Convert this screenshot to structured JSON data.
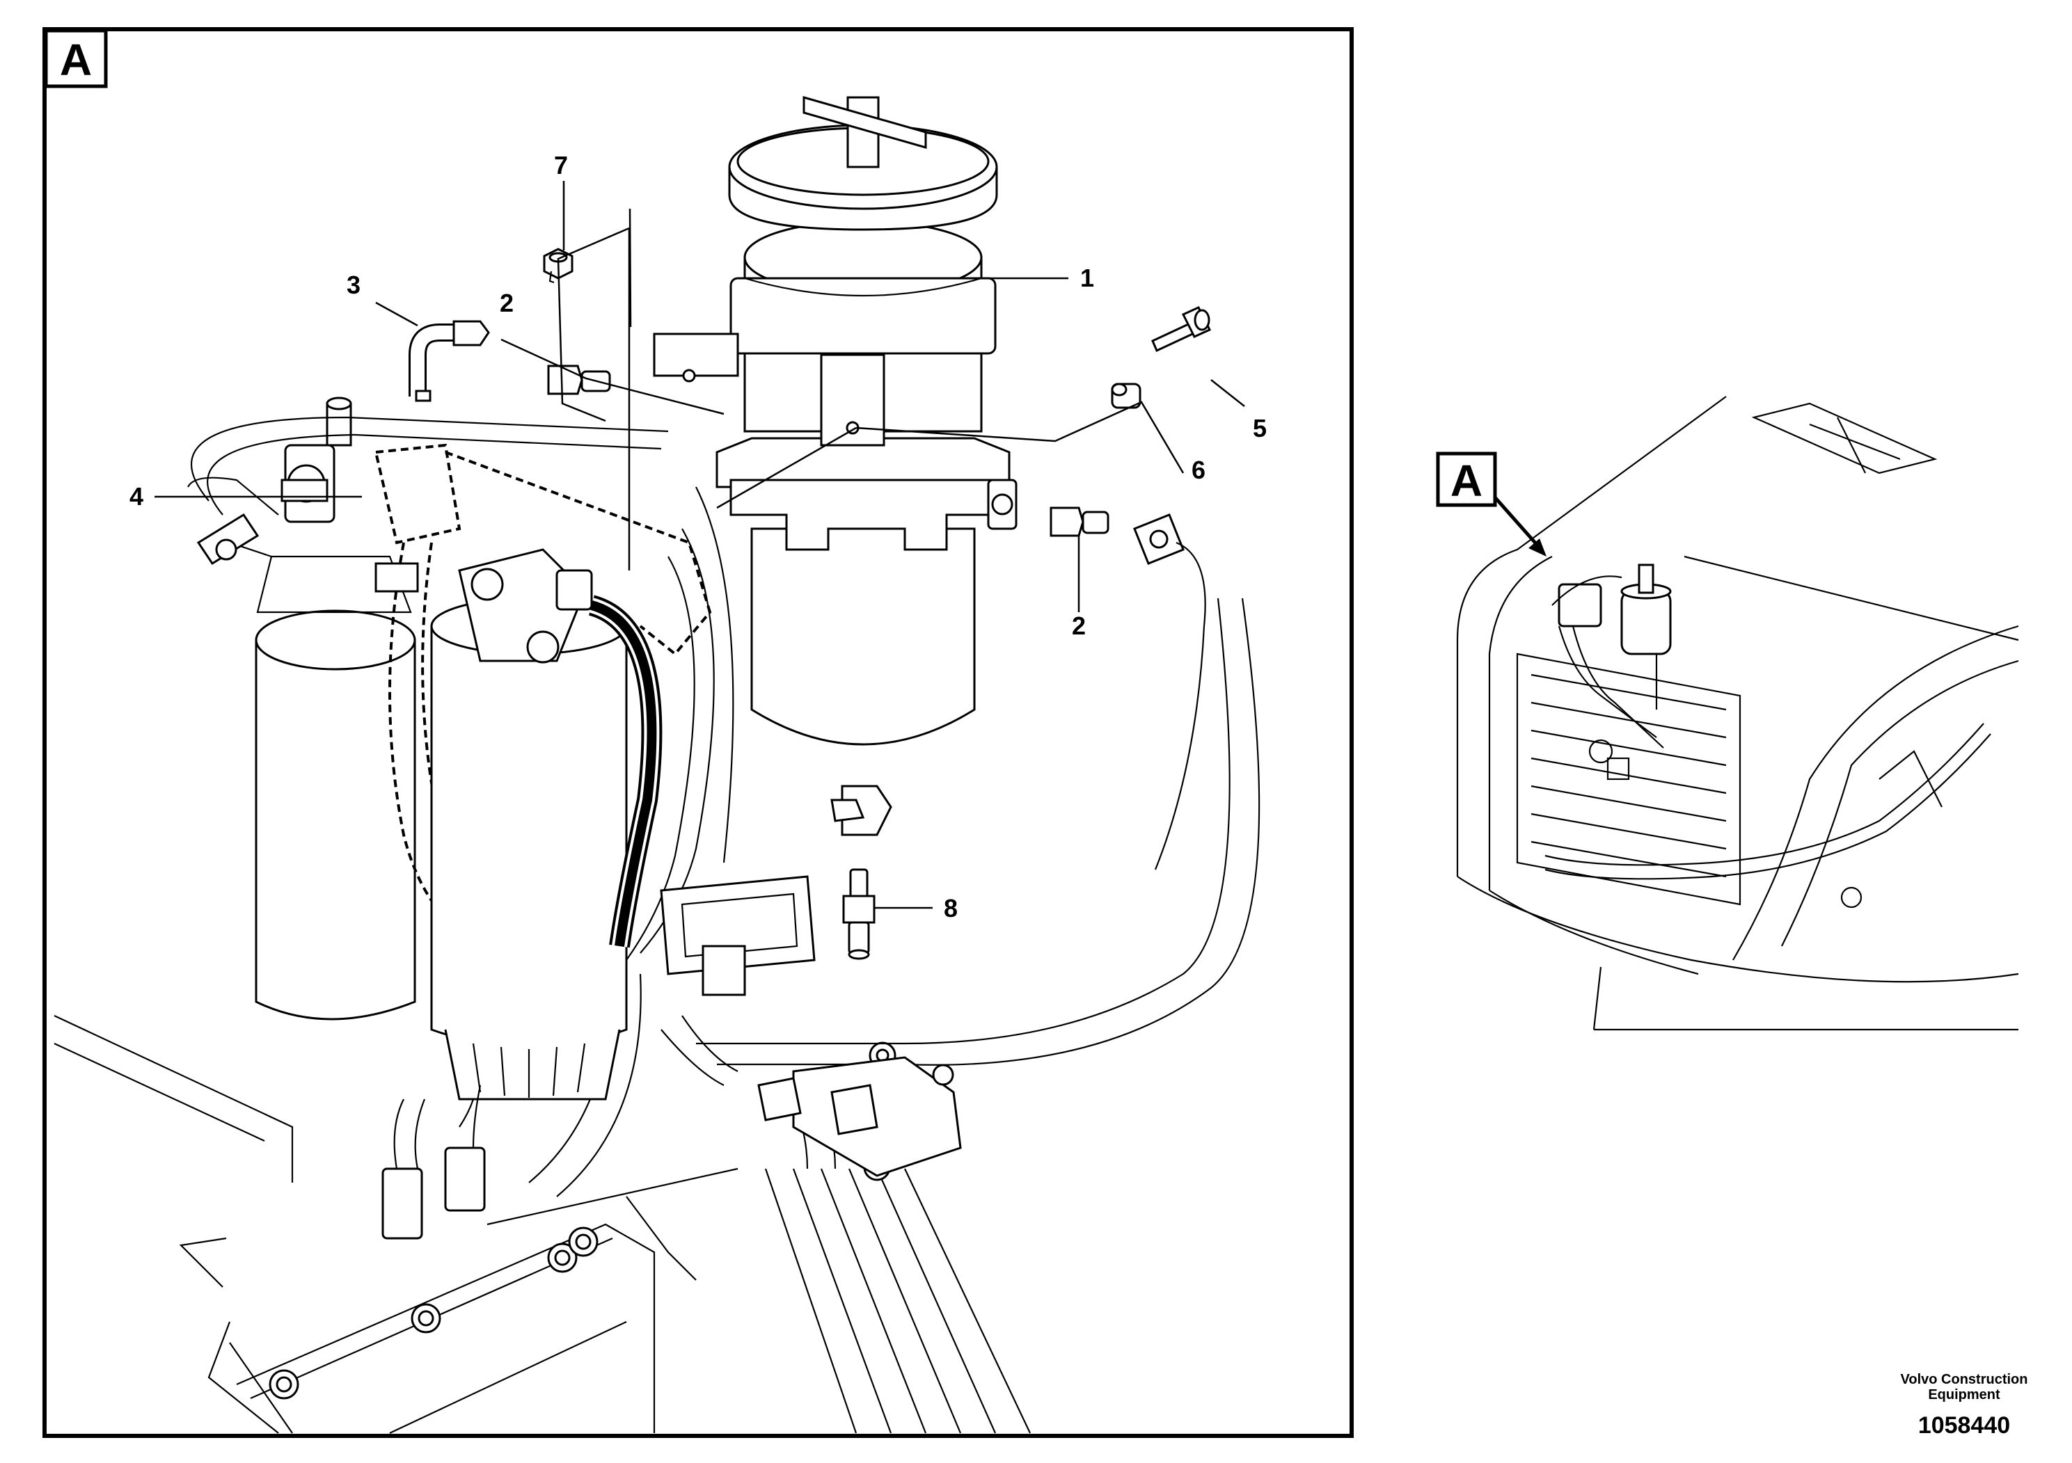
{
  "detail_view": {
    "tag": "A",
    "callouts": [
      {
        "id": "callout-1",
        "label": "1"
      },
      {
        "id": "callout-2a",
        "label": "2"
      },
      {
        "id": "callout-2b",
        "label": "2"
      },
      {
        "id": "callout-3",
        "label": "3"
      },
      {
        "id": "callout-4",
        "label": "4"
      },
      {
        "id": "callout-5",
        "label": "5"
      },
      {
        "id": "callout-6",
        "label": "6"
      },
      {
        "id": "callout-7",
        "label": "7"
      },
      {
        "id": "callout-8",
        "label": "8"
      }
    ]
  },
  "overview": {
    "tag": "A"
  },
  "footer": {
    "brand": "Volvo Construction Equipment",
    "drawing_number": "1058440"
  }
}
